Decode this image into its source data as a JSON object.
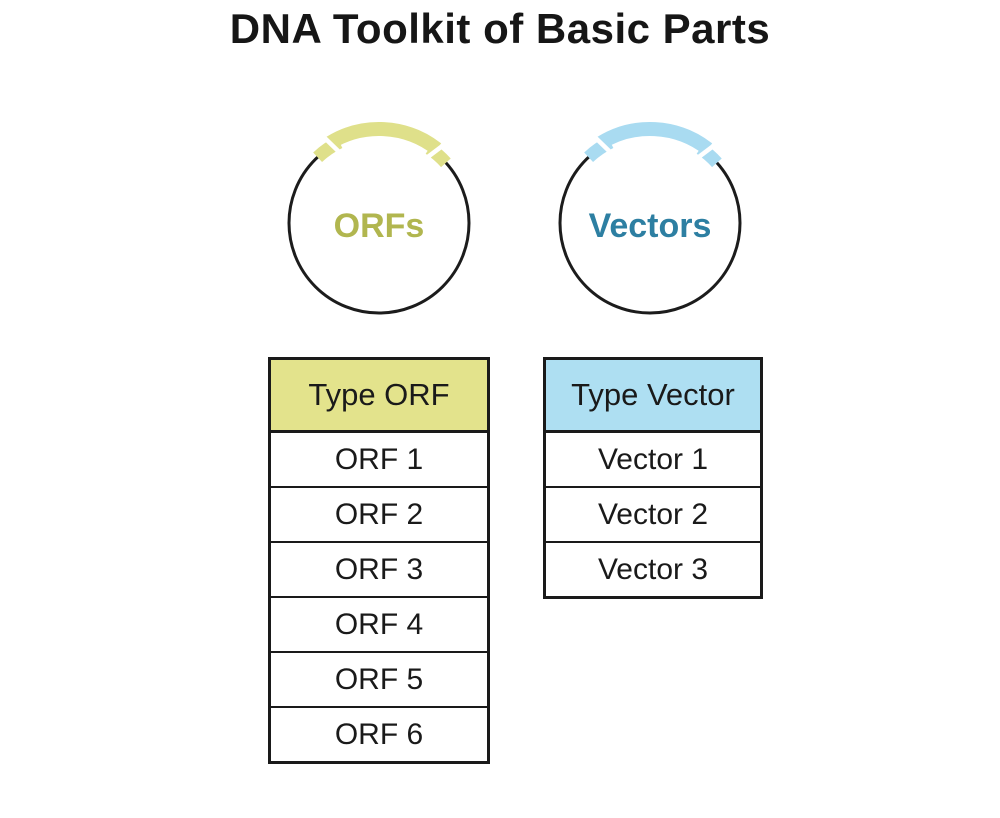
{
  "title": "DNA Toolkit of Basic Parts",
  "colors": {
    "ink": "#1a1a1a",
    "orf_accent": "#dfe08a",
    "orf_text": "#b1b64f",
    "vector_accent": "#a9dbf1",
    "vector_text": "#2d7fa2"
  },
  "plasmids": [
    {
      "id": "orfs",
      "label": "ORFs",
      "arc_color": "#dfe08a",
      "label_color": "#b1b64f"
    },
    {
      "id": "vectors",
      "label": "Vectors",
      "arc_color": "#a9dbf1",
      "label_color": "#2d7fa2"
    }
  ],
  "tables": [
    {
      "id": "orf",
      "header": "Type ORF",
      "header_bg": "#e3e38c",
      "rows": [
        "ORF 1",
        "ORF 2",
        "ORF 3",
        "ORF 4",
        "ORF 5",
        "ORF 6"
      ]
    },
    {
      "id": "vector",
      "header": "Type Vector",
      "header_bg": "#aedff2",
      "rows": [
        "Vector 1",
        "Vector 2",
        "Vector 3"
      ]
    }
  ]
}
